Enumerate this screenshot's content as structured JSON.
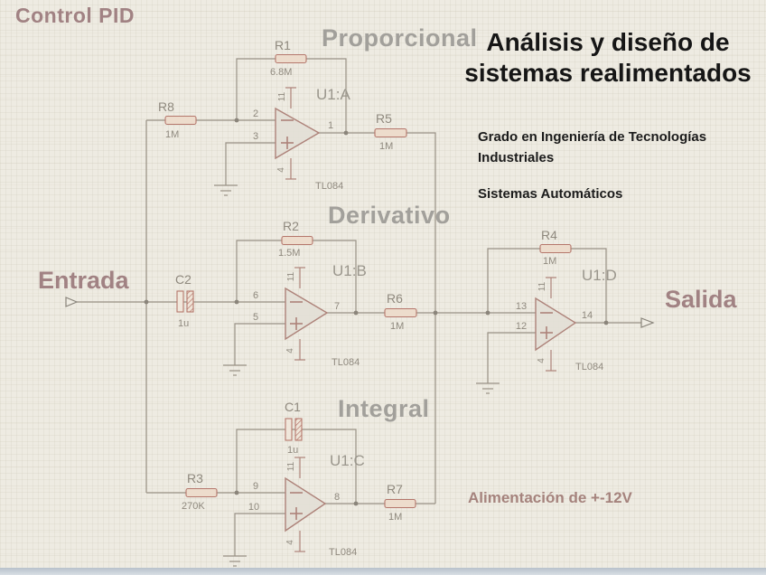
{
  "slide": {
    "heading": "Control PID",
    "title_line1": "Análisis y diseño de",
    "title_line2": "sistemas realimentados",
    "course_line1": "Grado en Ingeniería de Tecnologías",
    "course_line2": "Industriales",
    "course_line3": "Sistemas Automáticos",
    "supply_note": "Alimentación de +-12V"
  },
  "sections": {
    "proporcional": "Proporcional",
    "derivativo": "Derivativo",
    "integral": "Integral"
  },
  "ports": {
    "input_label": "Entrada",
    "output_label": "Salida"
  },
  "components": {
    "r1": {
      "ref": "R1",
      "value": "6.8M"
    },
    "r2": {
      "ref": "R2",
      "value": "1.5M"
    },
    "r3": {
      "ref": "R3",
      "value": "270K"
    },
    "r4": {
      "ref": "R4",
      "value": "1M"
    },
    "r5": {
      "ref": "R5",
      "value": "1M"
    },
    "r6": {
      "ref": "R6",
      "value": "1M"
    },
    "r7": {
      "ref": "R7",
      "value": "1M"
    },
    "r8": {
      "ref": "R8",
      "value": "1M"
    },
    "c1": {
      "ref": "C1",
      "value": "1u"
    },
    "c2": {
      "ref": "C2",
      "value": "1u"
    }
  },
  "opamps": {
    "a": {
      "ref": "U1:A",
      "part": "TL084",
      "pin_inv": "2",
      "pin_noninv": "3",
      "pin_out": "1",
      "pin_vcc": "11",
      "pin_vee": "4"
    },
    "b": {
      "ref": "U1:B",
      "part": "TL084",
      "pin_inv": "6",
      "pin_noninv": "5",
      "pin_out": "7",
      "pin_vcc": "11",
      "pin_vee": "4"
    },
    "c": {
      "ref": "U1:C",
      "part": "TL084",
      "pin_inv": "9",
      "pin_noninv": "10",
      "pin_out": "8",
      "pin_vcc": "11",
      "pin_vee": "4"
    },
    "d": {
      "ref": "U1:D",
      "part": "TL084",
      "pin_inv": "13",
      "pin_noninv": "12",
      "pin_out": "14",
      "pin_vcc": "11",
      "pin_vee": "4"
    }
  },
  "colors": {
    "accent_mauve": "#a18283",
    "section_grey": "#a2a09b",
    "title_black": "#161616",
    "wire_grey": "#999185",
    "component_red": "#ad8279",
    "footer_blue_grey": "#c3ccd4"
  }
}
